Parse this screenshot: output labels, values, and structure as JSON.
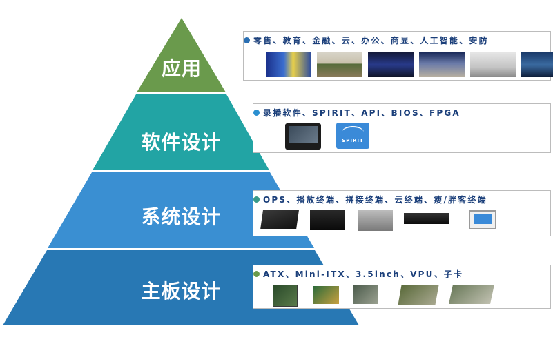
{
  "colors": {
    "tier_apply": "#6a9a4c",
    "tier_software": "#22a4a4",
    "tier_system": "#3a8fd2",
    "tier_board": "#2878b4",
    "text_dark": "#1b3f7a"
  },
  "tiers": [
    {
      "label": "应用",
      "items": "零售、教育、金融、云、办公、商显、人工智能、安防"
    },
    {
      "label": "软件设计",
      "items": "录播软件、SPIRIT、API、BIOS、FPGA",
      "logo_text": "SPIRIT"
    },
    {
      "label": "系统设计",
      "items": "OPS、播放终端、拼接终端、云终端、瘦/胖客终端"
    },
    {
      "label": "主板设计",
      "items": "ATX、Mini-ITX、3.5inch、VPU、子卡"
    }
  ]
}
